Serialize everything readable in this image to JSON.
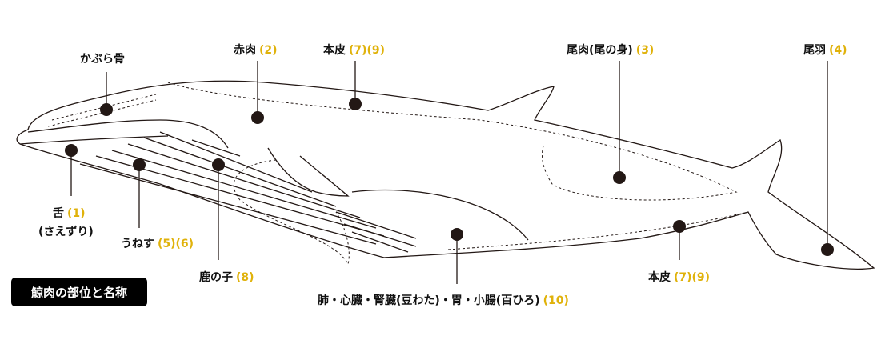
{
  "title": "鯨肉の部位と名称",
  "labels": {
    "kabura": {
      "name": "かぶら骨",
      "num": ""
    },
    "akami": {
      "name": "赤肉",
      "num": "(2)"
    },
    "honkawa_top": {
      "name": "本皮",
      "num": "(7)(9)"
    },
    "onomi": {
      "name": "尾肉(尾の身)",
      "num": "(3)"
    },
    "obane": {
      "name": "尾羽",
      "num": "(4)"
    },
    "shita": {
      "name": "舌",
      "num": "(1)",
      "sub": "(さえずり)"
    },
    "unesu": {
      "name": "うねす",
      "num": "(5)(6)"
    },
    "kanoko": {
      "name": "鹿の子",
      "num": "(8)"
    },
    "naizou": {
      "name": "肺・心臓・腎臓(豆わた)・胃・小腸(百ひろ)",
      "num": "(10)"
    },
    "honkawa_bottom": {
      "name": "本皮",
      "num": "(7)(9)"
    }
  },
  "colors": {
    "accent": "#e0b20b",
    "ink": "#231815"
  }
}
